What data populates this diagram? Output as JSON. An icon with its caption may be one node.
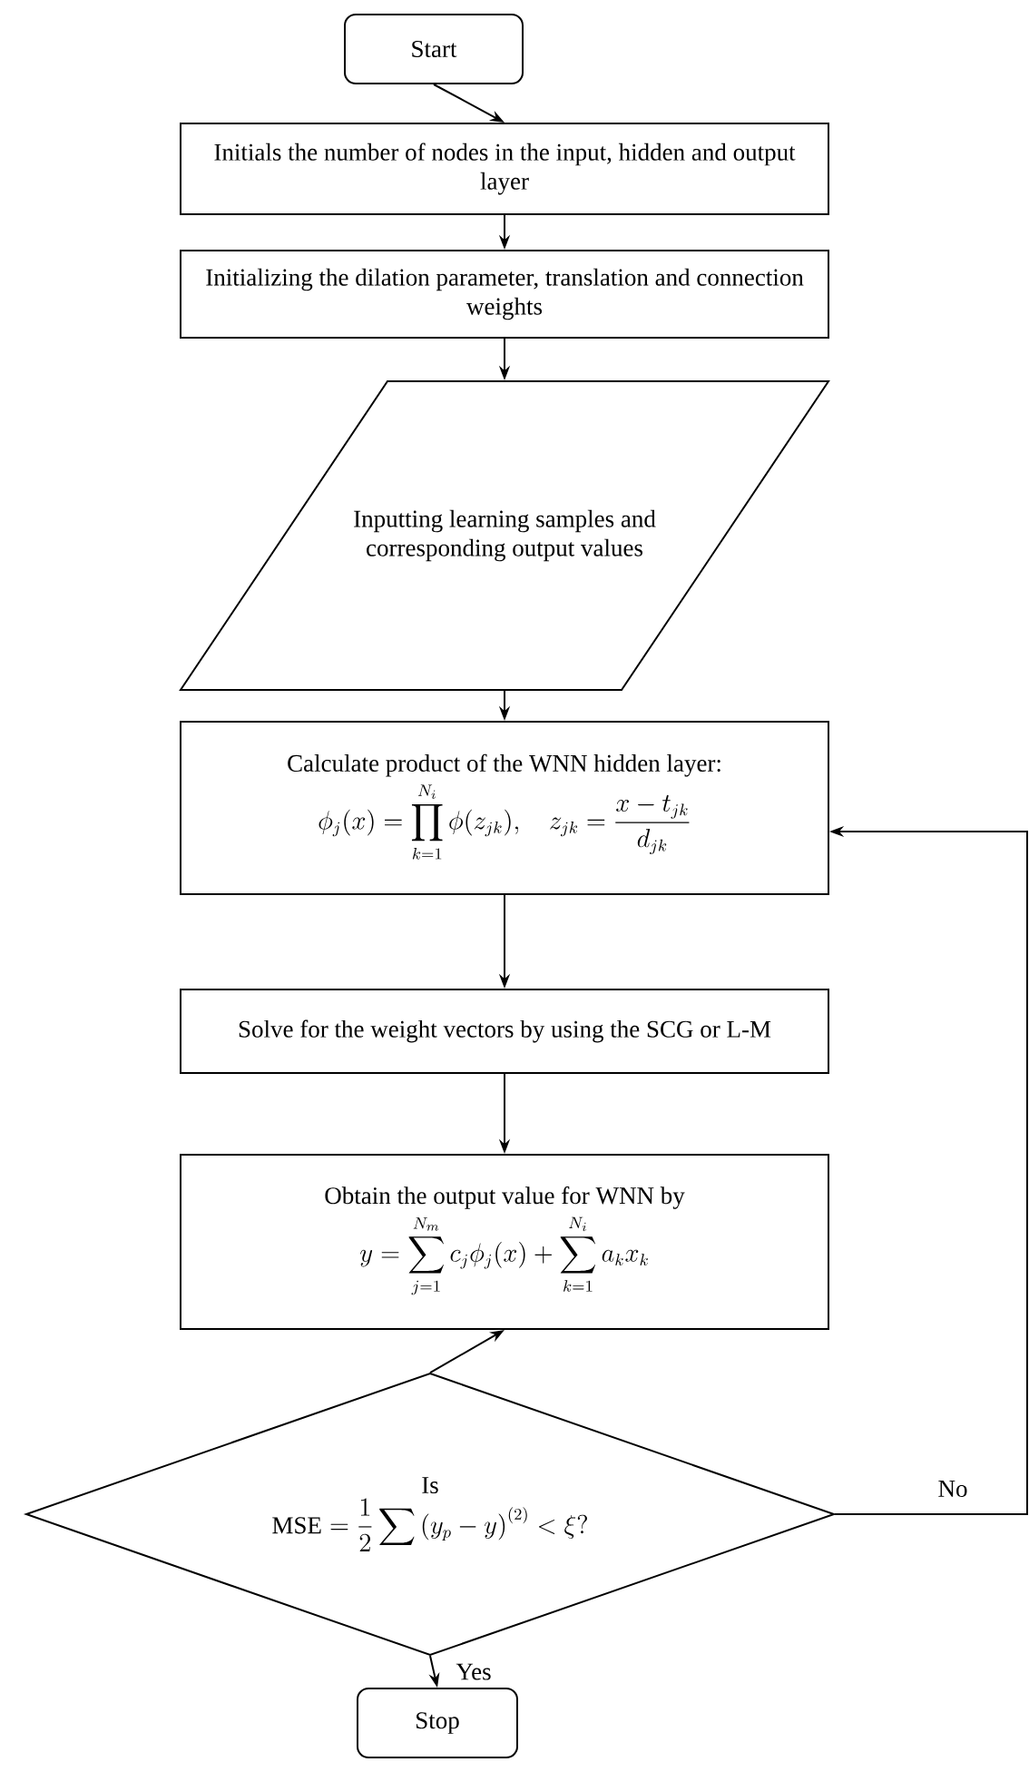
{
  "diagram": {
    "nodes": [
      {
        "text": [
          "Start"
        ]
      },
      {
        "text": [
          "Initials the number of nodes in the input, hidden and output layer"
        ]
      },
      {
        "text": [
          "Initializing the dilation parameter, translation and connection weights"
        ]
      },
      {
        "text": [
          "Inputting learning samples and corresponding output values"
        ]
      },
      {
        "text": [
          "Calculate product of the WNN hidden layer:",
          "\\phi_j(x)=\\prod_{k=1}^{N_i}\\phi(z_{jk}),\\quad z_{jk}=\\frac{x-t_{jk}}{d_{jk}}"
        ]
      },
      {
        "text": [
          "Solve for the weight vectors by using the SCG or L-M"
        ]
      },
      {
        "text": [
          "Obtain the output value for WNN by",
          "y=\\sum_{j=1}^{N_m}c_j\\phi_j(x)+\\sum_{k=1}^{N_i}a_k x_k"
        ]
      },
      {
        "text": [
          "Is",
          "\\mathrm{MSE}=\\frac{1}{2}\\sum\\left(y_p-y\\right)^{(2)}<\\xi?"
        ]
      },
      {
        "text": [
          "Stop"
        ]
      }
    ],
    "edges": [
      {
        "from": 0,
        "to": 1,
        "arrow": "to"
      },
      {
        "from": 1,
        "to": 2,
        "arrow": "to"
      },
      {
        "from": 2,
        "to": 3,
        "arrow": "to"
      },
      {
        "from": 3,
        "to": 4,
        "arrow": "to"
      },
      {
        "from": 4,
        "to": 5,
        "arrow": "to"
      },
      {
        "from": 5,
        "to": 6,
        "arrow": "to"
      },
      {
        "from": 7,
        "to": 6,
        "arrow": "to"
      },
      {
        "from": 7,
        "to": 4,
        "arrow": "to",
        "label": "No"
      },
      {
        "from": 7,
        "to": 8,
        "arrow": "to",
        "label": "Yes"
      }
    ]
  }
}
